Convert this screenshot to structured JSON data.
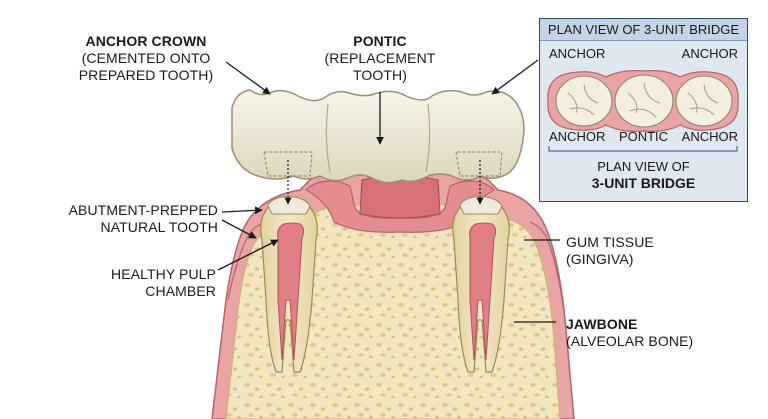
{
  "labels": {
    "anchor_crown": {
      "title": "ANCHOR CROWN",
      "line1": "(CEMENTED ONTO",
      "line2": "PREPARED TOOTH)"
    },
    "pontic": {
      "title": "PONTIC",
      "line1": "(REPLACEMENT",
      "line2": "TOOTH)"
    },
    "abutment": {
      "line1": "ABUTMENT-PREPPED",
      "line2": "NATURAL TOOTH"
    },
    "pulp": {
      "line1": "HEALTHY PULP",
      "line2": "CHAMBER"
    },
    "gum": {
      "line1": "GUM TISSUE",
      "line2": "(GINGIVA)"
    },
    "jaw": {
      "title": "JAWBONE",
      "line1": "(ALVEOLAR BONE)"
    }
  },
  "inset": {
    "header": "PLAN VIEW OF 3-UNIT BRIDGE",
    "top_left": "ANCHOR",
    "top_right": "ANCHOR",
    "bottom_left": "ANCHOR",
    "bottom_mid": "PONTIC",
    "bottom_right": "ANCHOR",
    "caption_line1": "PLAN VIEW OF",
    "caption_line2": "3-UNIT BRIDGE"
  },
  "colors": {
    "gum": "#e9a4a4",
    "gum_dark": "#c9707a",
    "bone": "#f1e6bf",
    "bone_spot": "#ddc98d",
    "enamel": "#efeadb",
    "pulp": "#e07f86",
    "inset_bg": "#dfe7f0",
    "inset_border": "#2e4a68"
  }
}
